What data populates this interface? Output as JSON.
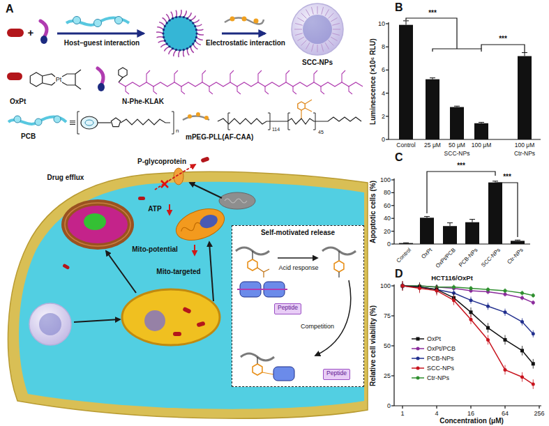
{
  "diagram": {
    "nodes": [
      {
        "text": [
          "Self-motivated release"
        ]
      },
      {
        "text": [
          "Peptide"
        ],
        "in": 0
      },
      {
        "text": [
          "Peptide"
        ],
        "in": 0
      }
    ],
    "labels": [
      "A",
      "+",
      "Host–guest interaction",
      "Electrostatic interaction",
      "SCC-NPs",
      "OxPt",
      "Pt",
      "N-Phe-KLAK",
      "PCB",
      "n",
      "mPEG-PLL(AF-CAA)",
      "114",
      "45",
      "Drug efflux",
      "P-glycoprotein",
      "ATP",
      "Mito-potential",
      "Mito-targeted",
      "Acid response",
      "Competition",
      "B",
      "Luminescence (×10⁶ RLU)",
      "0",
      "2",
      "4",
      "6",
      "8",
      "10",
      "Control",
      "25 μM",
      "50 μM",
      "100 μM",
      "100 μM",
      "SCC-NPs",
      "Ctr-NPs",
      "***",
      "***",
      "C",
      "Apoptotic cells (%)",
      "0",
      "20",
      "40",
      "60",
      "80",
      "100",
      "Control",
      "OxPt",
      "OxPt/PCB",
      "PCB-NPs",
      "SCC-NPs",
      "Ctr-NPs",
      "***",
      "***",
      "D",
      "HCT116/OxPt",
      "Relative cell viability (%)",
      "0",
      "25",
      "50",
      "75",
      "100",
      "1",
      "4",
      "16",
      "64",
      "256",
      "Concentration (μM)"
    ],
    "legend": [
      {
        "text": "OxPt"
      },
      {
        "text": "OxPt/PCB"
      },
      {
        "text": "PCB-NPs"
      },
      {
        "text": "SCC-NPs"
      },
      {
        "text": "Ctr-NPs"
      }
    ]
  }
}
